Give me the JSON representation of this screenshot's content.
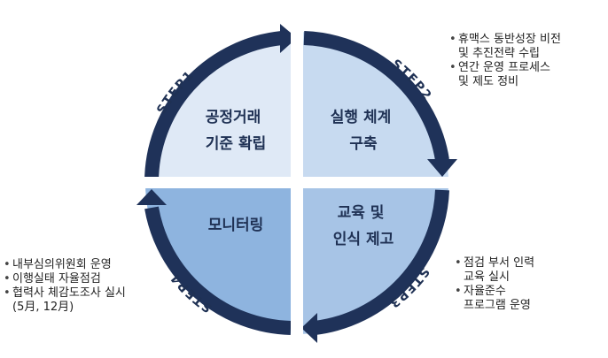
{
  "quadrants": {
    "q1": {
      "lines": [
        "공정거래",
        "기준 확립"
      ],
      "color": "#dfe9f6"
    },
    "q2": {
      "lines": [
        "실행 체계",
        "구축"
      ],
      "color": "#c7daf0"
    },
    "q3": {
      "lines": [
        "교육 및",
        "인식 제고"
      ],
      "color": "#a7c4e6"
    },
    "q4": {
      "lines": [
        "모니터링"
      ],
      "color": "#8eb4df"
    }
  },
  "steps": {
    "step1": "STEP1",
    "step2": "STEP2",
    "step3": "STEP3",
    "step4": "STEP4"
  },
  "ring_color": "#1f3259",
  "notes": {
    "step2": [
      {
        "lines": [
          "휴맥스 동반성장 비전",
          "및 추진전략 수립"
        ]
      },
      {
        "lines": [
          "연간 운영 프로세스",
          "및 제도 정비"
        ]
      }
    ],
    "step3": [
      {
        "lines": [
          "점검 부서 인력",
          "교육 실시"
        ]
      },
      {
        "lines": [
          "자율준수",
          "프로그램 운영"
        ]
      }
    ],
    "step4": [
      {
        "lines": [
          "내부심의위원회 운영"
        ]
      },
      {
        "lines": [
          "이행실태 자율점검"
        ]
      },
      {
        "lines": [
          "협력사 체감도조사 실시",
          "(5月, 12月)"
        ]
      }
    ]
  }
}
